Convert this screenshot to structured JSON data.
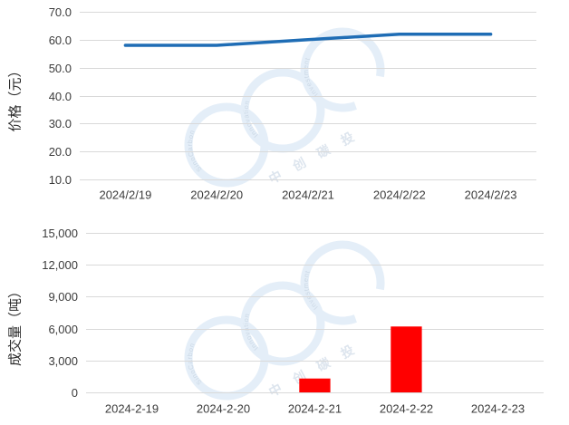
{
  "chart_data": [
    {
      "type": "line",
      "categories": [
        "2024/2/19",
        "2024/2/20",
        "2024/2/21",
        "2024/2/22",
        "2024/2/23"
      ],
      "values": [
        58.0,
        58.0,
        60.0,
        62.0,
        62.0
      ],
      "ylabel": "价格（元）",
      "ylim": [
        10,
        70
      ],
      "ytick_labels": [
        "70.0",
        "60.0",
        "50.0",
        "40.0",
        "30.0",
        "20.0",
        "10.0"
      ],
      "grid": true,
      "color": "#1f6db5"
    },
    {
      "type": "bar",
      "categories": [
        "2024-2-19",
        "2024-2-20",
        "2024-2-21",
        "2024-2-22",
        "2024-2-23"
      ],
      "values": [
        0,
        0,
        1300,
        6200,
        0
      ],
      "ylabel": "成交量（吨）",
      "ylim": [
        0,
        15000
      ],
      "ytick_labels": [
        "15,000",
        "12,000",
        "9,000",
        "6,000",
        "3,000",
        "0"
      ],
      "grid": true,
      "color": "#ff0000"
    }
  ],
  "watermark": {
    "ring_color": "#e4eef8",
    "text_en": [
      "SinoCarbon",
      "Innovation",
      "Investment"
    ],
    "text_cn": "中创碳投"
  }
}
